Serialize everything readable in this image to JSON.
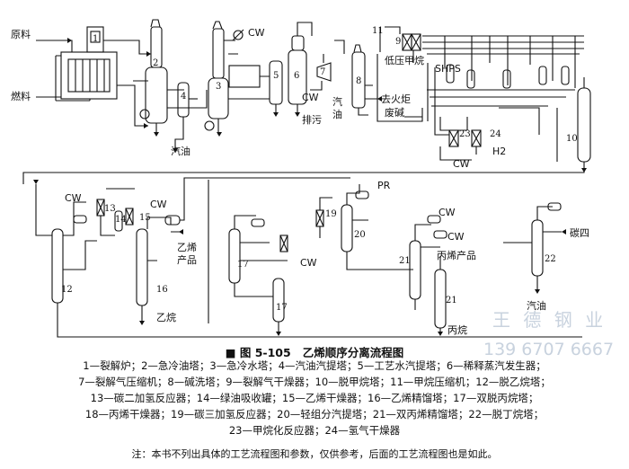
{
  "figure": {
    "number": "图 5-105",
    "title": "乙烯顺序分离流程图",
    "legend_lines": [
      "1—裂解炉；2—急冷油塔；3—急冷水塔；4—汽油汽提塔；5—工艺水汽提塔；6—稀释蒸汽发生器；",
      "7—裂解气压缩机；8—碱洗塔；9—裂解气干燥器；10—脱甲烷塔；11—甲烷压缩机；12—脱乙烷塔；",
      "13—碳二加氢反应器；14—绿油吸收罐；15—乙烯干燥器；16—乙烯精馏塔；17—双脱丙烷塔；",
      "18—丙烯干燥器；19—碳三加氢反应器；20—轻组分汽提塔；21—双丙烯精馏塔；22—脱丁烷塔；",
      "23—甲烷化反应器；24—氢气干燥器"
    ],
    "note": "注：本书不列出具体的工艺流程图和参数，仅供参考，后面的工艺流程图也是如此。"
  },
  "streams": {
    "feed": "原料",
    "fuel": "燃料",
    "gasoline1": "汽油",
    "gasoline2_a": "汽",
    "gasoline2_b": "油",
    "drain": "排污",
    "cw": "CW",
    "flare": "去火炬",
    "waste_alkali": "废碱",
    "low_p_methane": "低压甲烷",
    "shps": "SHPS",
    "h2": "H2",
    "pr": "PR",
    "ethylene_product_a": "乙烯",
    "ethylene_product_b": "产品",
    "ethane": "乙烷",
    "propylene_product": "丙烯产品",
    "propane": "丙烷",
    "c4": "碳四",
    "gasoline3": "汽油"
  },
  "equipment_numbers": [
    "1",
    "2",
    "3",
    "4",
    "5",
    "6",
    "7",
    "8",
    "9",
    "10",
    "11",
    "12",
    "13",
    "14",
    "15",
    "16",
    "17",
    "17",
    "19",
    "20",
    "21",
    "21",
    "22",
    "23",
    "24"
  ],
  "watermark": {
    "line1": "王 德 钢 业",
    "line2": "139 6707 6667"
  }
}
